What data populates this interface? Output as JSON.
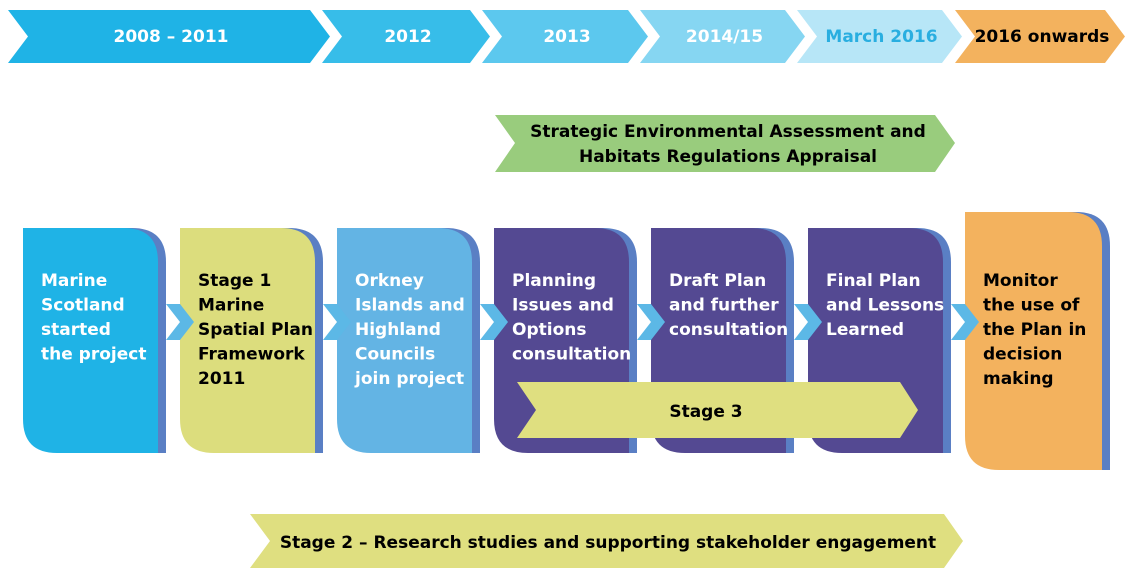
{
  "timeline": [
    {
      "label": "2008 – 2011",
      "fill": "#1fb3e6",
      "text_color": "#ffffff"
    },
    {
      "label": "2012",
      "fill": "#37bde9",
      "text_color": "#ffffff"
    },
    {
      "label": "2013",
      "fill": "#5cc8ee",
      "text_color": "#ffffff"
    },
    {
      "label": "2014/15",
      "fill": "#86d6f2",
      "text_color": "#ffffff"
    },
    {
      "label": "March 2016",
      "fill": "#b7e6f7",
      "text_color": "#29aee0"
    },
    {
      "label": "2016 onwards",
      "fill": "#f3b25e",
      "text_color": "#000000"
    }
  ],
  "sea_banner": {
    "lines": [
      "Strategic Environmental Assessment and",
      "Habitats Regulations Appraisal"
    ],
    "fill": "#99cc7d"
  },
  "stages": [
    {
      "lines": [
        "Marine",
        "Scotland",
        "started",
        "the project"
      ],
      "fill": "#1fb3e6",
      "text_color": "#ffffff"
    },
    {
      "lines": [
        "Stage 1",
        "Marine",
        "Spatial Plan",
        "Framework",
        "2011"
      ],
      "fill": "#dcdd7d",
      "text_color": "#000000"
    },
    {
      "lines": [
        "Orkney",
        "Islands and",
        "Highland",
        "Councils",
        "join project"
      ],
      "fill": "#63b4e4",
      "text_color": "#ffffff"
    },
    {
      "lines": [
        "Planning",
        "Issues and",
        "Options",
        "consultation"
      ],
      "fill": "#544992",
      "text_color": "#ffffff"
    },
    {
      "lines": [
        "Draft Plan",
        "and further",
        "consultation"
      ],
      "fill": "#544992",
      "text_color": "#ffffff"
    },
    {
      "lines": [
        "Final Plan",
        "and Lessons",
        "Learned"
      ],
      "fill": "#544992",
      "text_color": "#ffffff"
    },
    {
      "lines": [
        "Monitor",
        "the use of",
        "the Plan in",
        "decision",
        "making"
      ],
      "fill": "#f3b25e",
      "text_color": "#000000"
    }
  ],
  "stage3_banner": {
    "label": "Stage 3",
    "fill": "#dfdf80"
  },
  "stage2_banner": {
    "label": "Stage 2 – Research studies and supporting stakeholder engagement",
    "fill": "#dfdf80"
  },
  "colors": {
    "box_shadow": "#5a7fc4",
    "connector": "#5cb8e6"
  }
}
